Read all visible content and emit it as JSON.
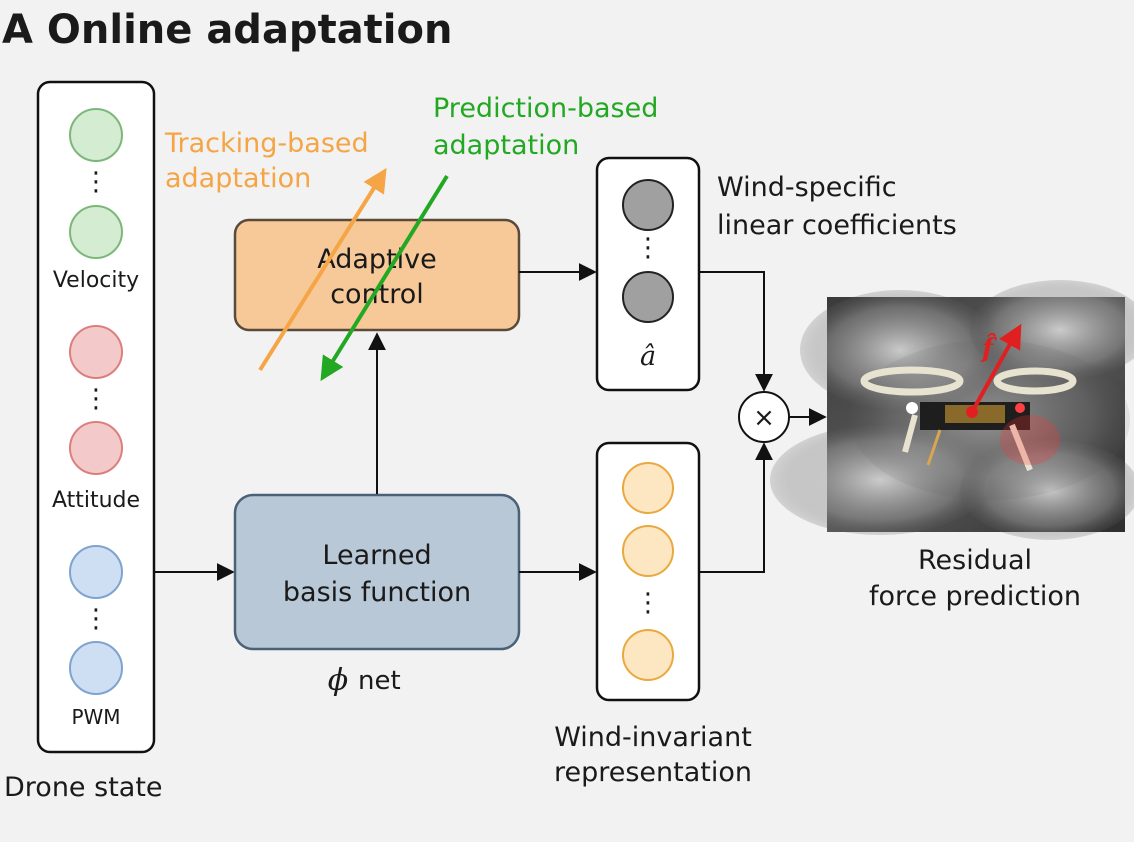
{
  "title": "A Online adaptation",
  "drone_state": {
    "label": "Drone state",
    "groups": [
      {
        "label": "Velocity",
        "color": "#d4ecd1",
        "stroke": "#7cb779"
      },
      {
        "label": "Attitude",
        "color": "#f4c9c9",
        "stroke": "#d98080"
      },
      {
        "label": "PWM",
        "color": "#cfdff3",
        "stroke": "#7fa3cf"
      }
    ]
  },
  "basis": {
    "line1": "Learned",
    "line2": "basis function",
    "caption_symbol": "ϕ",
    "caption_text": "net",
    "fill": "#b8c8d6",
    "stroke": "#4a6177"
  },
  "adaptive": {
    "line1": "Adaptive",
    "line2": "control",
    "fill": "#f7c998",
    "stroke": "#5a4a3a"
  },
  "tracking": {
    "line1": "Tracking-based",
    "line2": "adaptation",
    "color": "#f5a545"
  },
  "prediction": {
    "line1": "Prediction-based",
    "line2": "adaptation",
    "color": "#22a822"
  },
  "coefficients": {
    "line1": "Wind-specific",
    "line2": "linear coefficients",
    "symbol": "â",
    "node_color": "#a0a0a0"
  },
  "representation": {
    "line1": "Wind-invariant",
    "line2": "representation",
    "node_color": "#fde6c2",
    "node_stroke": "#e9a93e"
  },
  "multiply_symbol": "×",
  "output": {
    "line1": "Residual",
    "line2": "force prediction",
    "force_symbol": "f̂"
  }
}
